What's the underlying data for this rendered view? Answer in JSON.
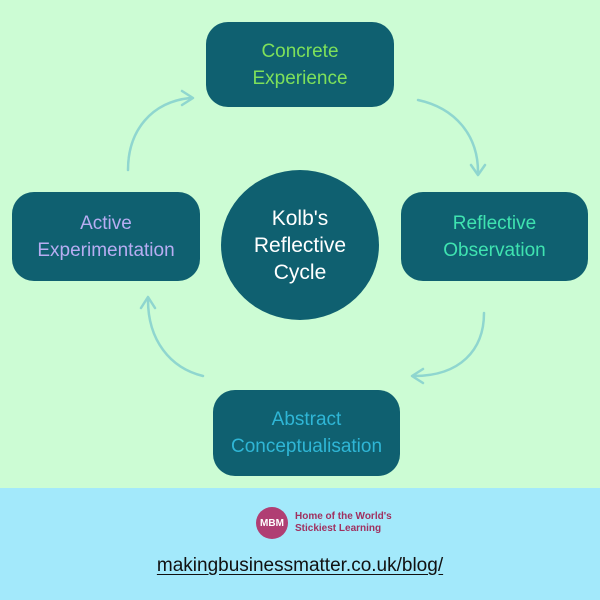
{
  "diagram": {
    "center": [
      "Kolb's",
      "Reflective",
      "Cycle"
    ],
    "stages": {
      "concrete": [
        "Concrete",
        "Experience"
      ],
      "reflective": [
        "Reflective",
        "Observation"
      ],
      "abstract": [
        "Abstract",
        "Conceptualisation"
      ],
      "active": [
        "Active",
        "Experimentation"
      ]
    },
    "colors": {
      "background": "#ccfcd4",
      "node_fill": "#0f6070",
      "arrow": "#8fd6cf",
      "concrete_text": "#7ee05a",
      "reflective_text": "#3fe3b0",
      "abstract_text": "#2fb6d6",
      "active_text": "#b7adf2"
    }
  },
  "footer": {
    "logo_text": "MBM",
    "tagline": [
      "Home of the World's",
      "Stickiest Learning"
    ],
    "url": "makingbusinessmatter.co.uk/blog/",
    "colors": {
      "background": "#a3e9fb",
      "logo": "#b03e73"
    }
  }
}
